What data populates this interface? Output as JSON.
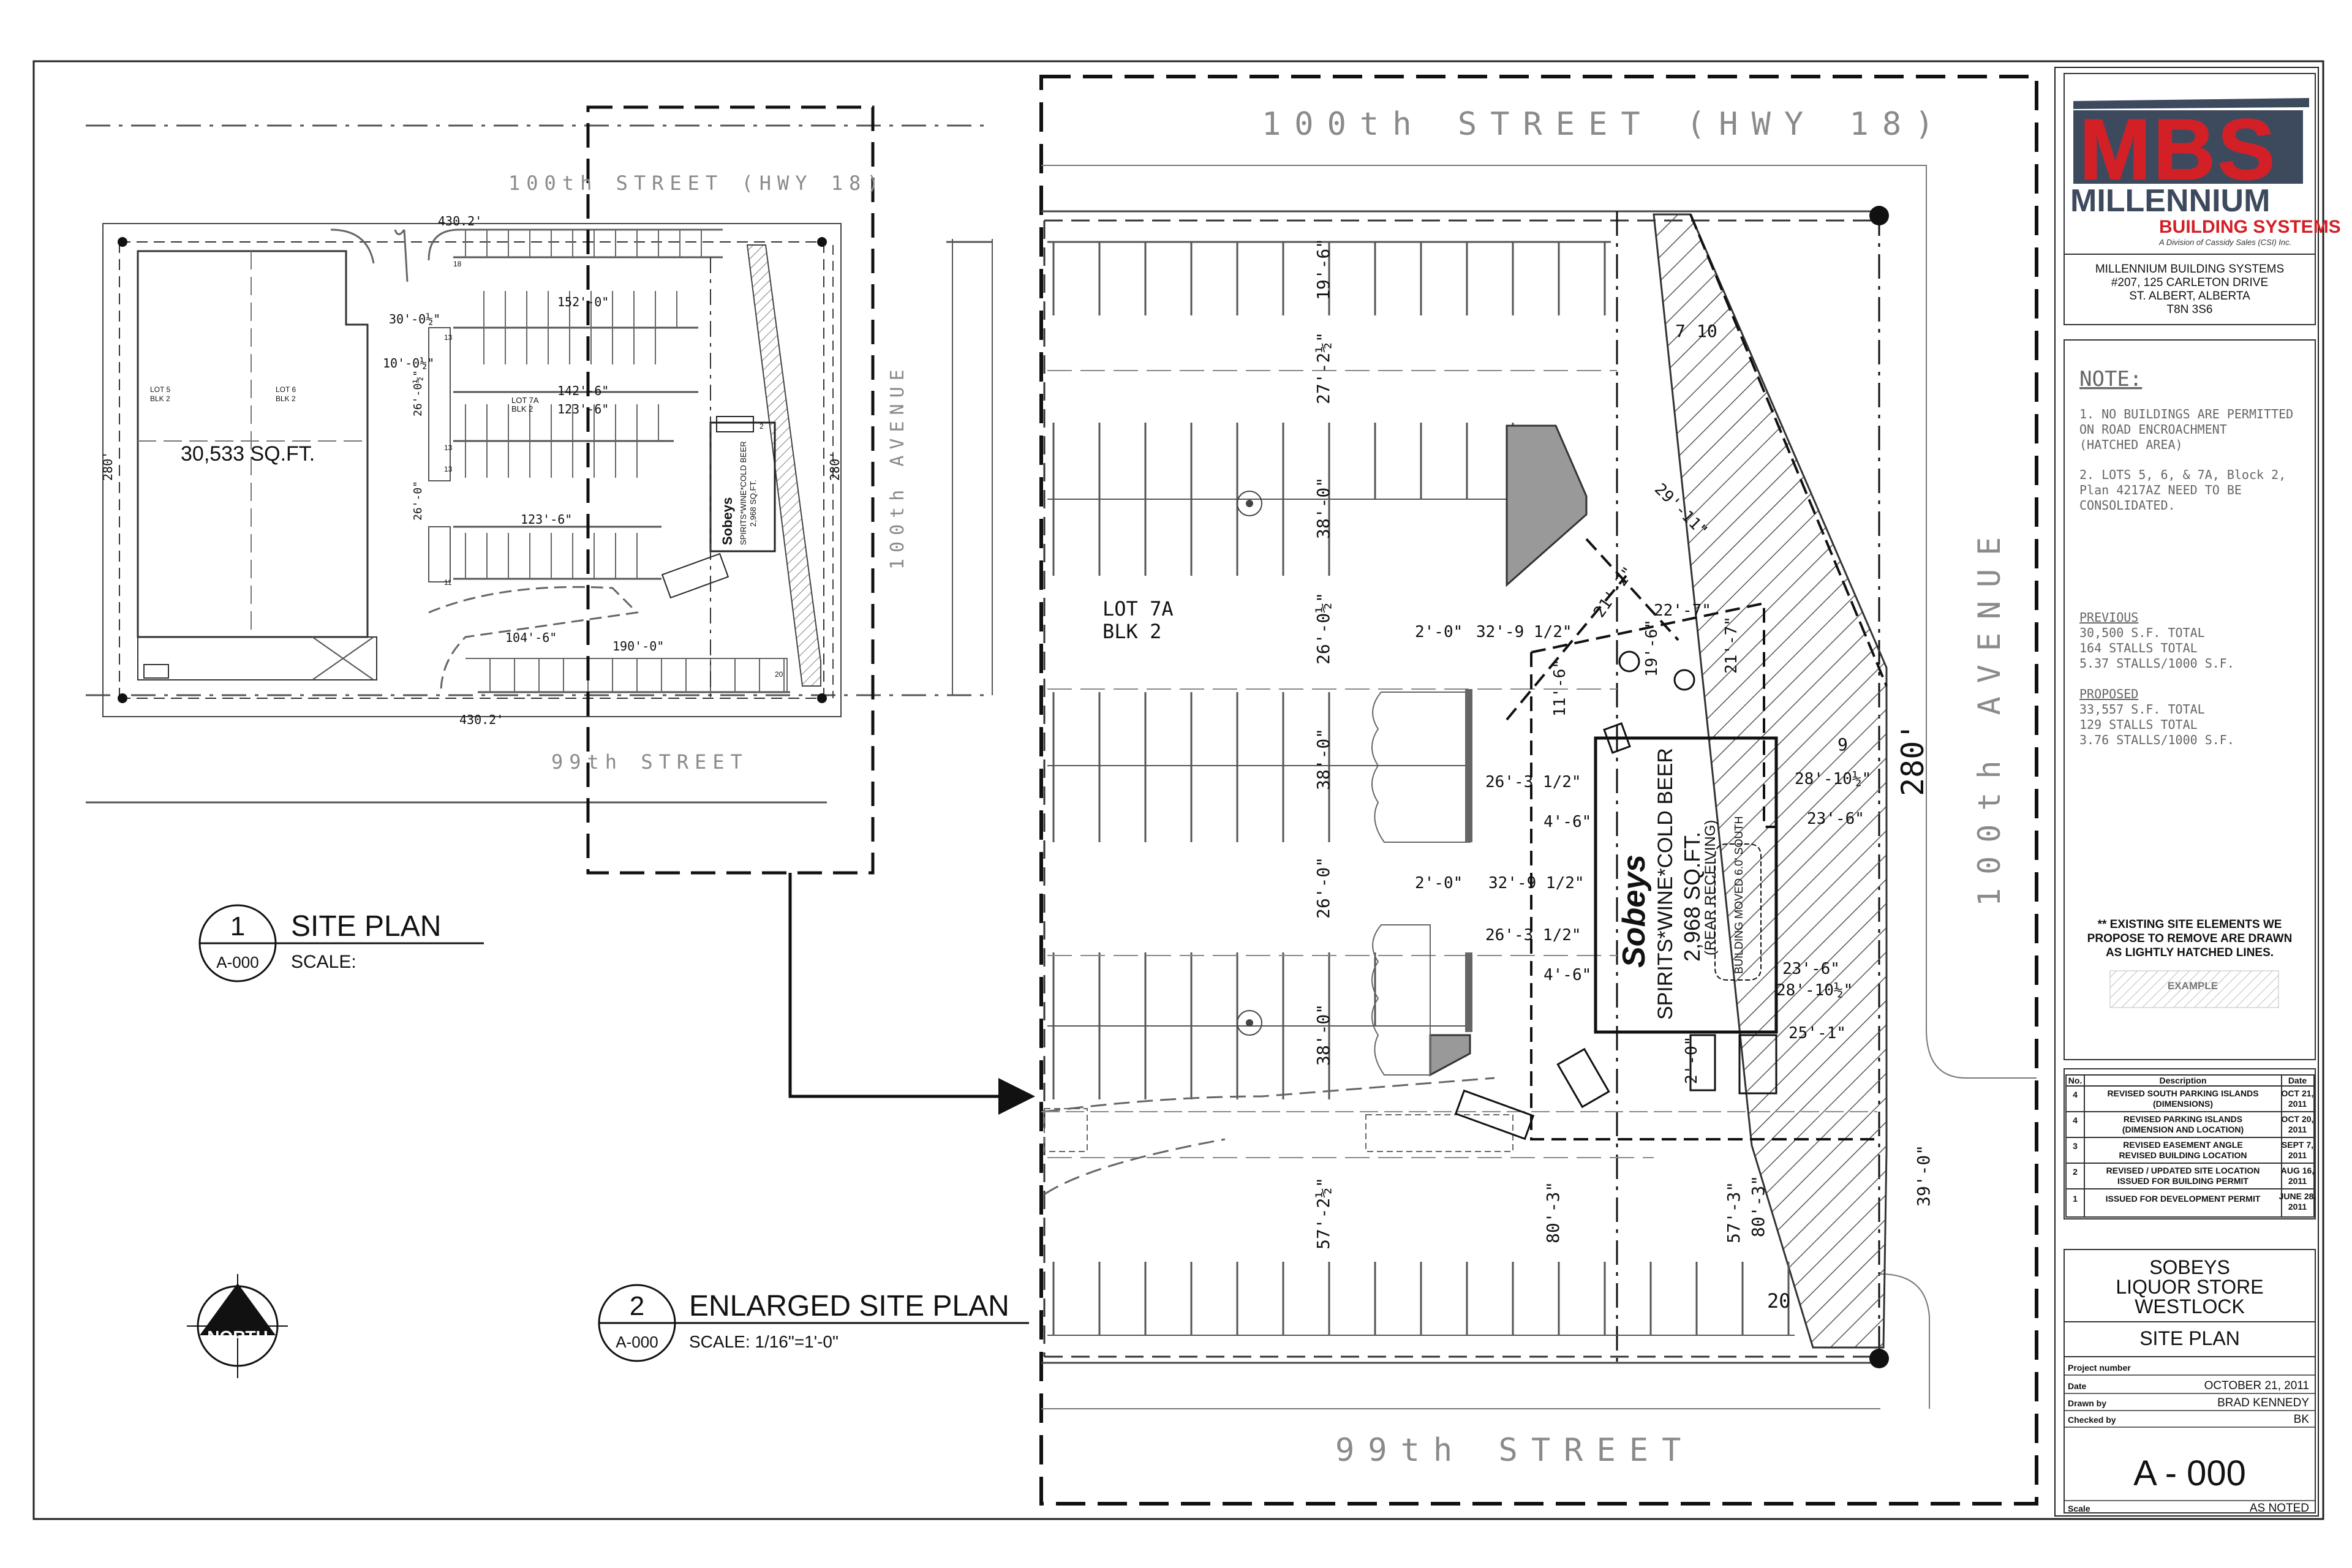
{
  "drawing": {
    "street_north": "100th STREET (HWY 18)",
    "street_south": "99th STREET",
    "avenue_east": "100th AVENUE",
    "frontage": "280'",
    "lot_width": "430.2'",
    "north_label": "NORTH"
  },
  "site_plan": {
    "number": "1",
    "sheet": "A-000",
    "title": "SITE PLAN",
    "scale": "SCALE:",
    "area": "30,533 SQ.FT.",
    "lot5": "LOT 5",
    "lot6": "LOT 6",
    "lot7a": "LOT 7A",
    "blk": "BLK 2",
    "dims": [
      "152'-0\"",
      "142'-6\"",
      "123'-6\"",
      "123'-6\"",
      "104'-6\"",
      "190'-0\"",
      "30'-0½\"",
      "10'-0½\"",
      "26'-0½\"",
      "26'-0\""
    ],
    "stall_counts": [
      "18",
      "13",
      "13",
      "13",
      "11",
      "20",
      "2"
    ]
  },
  "enlarged_plan": {
    "number": "2",
    "sheet": "A-000",
    "title": "ENLARGED SITE PLAN",
    "scale": "SCALE:  1/16\"=1'-0\"",
    "lot": "LOT 7A",
    "blk": "BLK 2",
    "building_brand": "Sobeys",
    "building_line1": "SPIRITS*WINE*COLD BEER",
    "building_area": "2,968 SQ.FT.",
    "building_note": "(REAR RECEIVING)",
    "moved_note": "BUILDING MOVED 6.0' SOUTH",
    "stall_counts": [
      "7",
      "10",
      "9",
      "20"
    ],
    "dims": [
      "19'-6\"",
      "27'-2½\"",
      "38'-0\"",
      "26'-0½\"",
      "38'-0\"",
      "26'-0\"",
      "38'-0\"",
      "57'-2½\"",
      "80'-3\"",
      "57'-3\"",
      "80'-3\"",
      "39'-0\"",
      "2'-0\"",
      "32'-9 1/2\"",
      "26'-3 1/2\"",
      "4'-6\"",
      "2'-0\"",
      "32'-9 1/2\"",
      "26'-3 1/2\"",
      "4'-6\"",
      "29'-11\"",
      "22'-7\"",
      "21'-2\"",
      "11'-6\"",
      "19'-6\"",
      "21'-7\"",
      "28'-10½\"",
      "23'-6\"",
      "23'-6\"",
      "28'-10½\"",
      "25'-1\"",
      "2'-0\""
    ]
  },
  "titleblock": {
    "logo_main": "MBS",
    "logo_sub1": "MILLENNIUM",
    "logo_sub2": "BUILDING SYSTEMS",
    "logo_sub3": "A Division of Cassidy Sales (CSI) Inc.",
    "address": [
      "MILLENNIUM BUILDING SYSTEMS",
      "#207, 125 CARLETON DRIVE",
      "ST. ALBERT, ALBERTA",
      "T8N 3S6"
    ],
    "note_title": "NOTE:",
    "note_1": [
      "1. NO BUILDINGS ARE PERMITTED",
      "ON ROAD ENCROACHMENT",
      "(HATCHED AREA)"
    ],
    "note_2": [
      "2. LOTS 5, 6, & 7A, Block 2,",
      "Plan 4217AZ NEED TO BE",
      "CONSOLIDATED."
    ],
    "previous_title": "PREVIOUS",
    "previous": [
      "30,500 S.F. TOTAL",
      "164 STALLS TOTAL",
      "5.37 STALLS/1000 S.F."
    ],
    "proposed_title": "PROPOSED",
    "proposed": [
      "33,557 S.F. TOTAL",
      "129 STALLS TOTAL",
      "3.76 STALLS/1000 S.F."
    ],
    "existing_note": [
      "** EXISTING SITE ELEMENTS WE",
      "PROPOSE TO REMOVE ARE DRAWN",
      "AS LIGHTLY HATCHED LINES."
    ],
    "example": "EXAMPLE",
    "rev_headers": [
      "No.",
      "Description",
      "Date"
    ],
    "revisions": [
      {
        "no": "4",
        "desc": [
          "REVISED SOUTH PARKING ISLANDS",
          "(DIMENSIONS)"
        ],
        "date": [
          "OCT 21,",
          "2011"
        ]
      },
      {
        "no": "4",
        "desc": [
          "REVISED PARKING ISLANDS",
          "(DIMENSION AND LOCATION)"
        ],
        "date": [
          "OCT 20,",
          "2011"
        ]
      },
      {
        "no": "3",
        "desc": [
          "REVISED EASEMENT ANGLE",
          "REVISED BUILDING LOCATION"
        ],
        "date": [
          "SEPT 7,",
          "2011"
        ]
      },
      {
        "no": "2",
        "desc": [
          "REVISED / UPDATED SITE LOCATION",
          "ISSUED FOR BUILDING PERMIT"
        ],
        "date": [
          "AUG 16,",
          "2011"
        ]
      },
      {
        "no": "1",
        "desc": [
          "ISSUED FOR DEVELOPMENT PERMIT",
          ""
        ],
        "date": [
          "JUNE 28,",
          "2011"
        ]
      }
    ],
    "project_lines": [
      "SOBEYS",
      "LIQUOR STORE",
      "WESTLOCK"
    ],
    "sheet_title": "SITE PLAN",
    "project_number_label": "Project number",
    "project_number": "",
    "date_label": "Date",
    "date": "OCTOBER 21, 2011",
    "drawn_label": "Drawn by",
    "drawn": "BRAD KENNEDY",
    "checked_label": "Checked by",
    "checked": "BK",
    "sheet_number": "A - 000",
    "scale_label": "Scale",
    "scale": "AS NOTED"
  }
}
